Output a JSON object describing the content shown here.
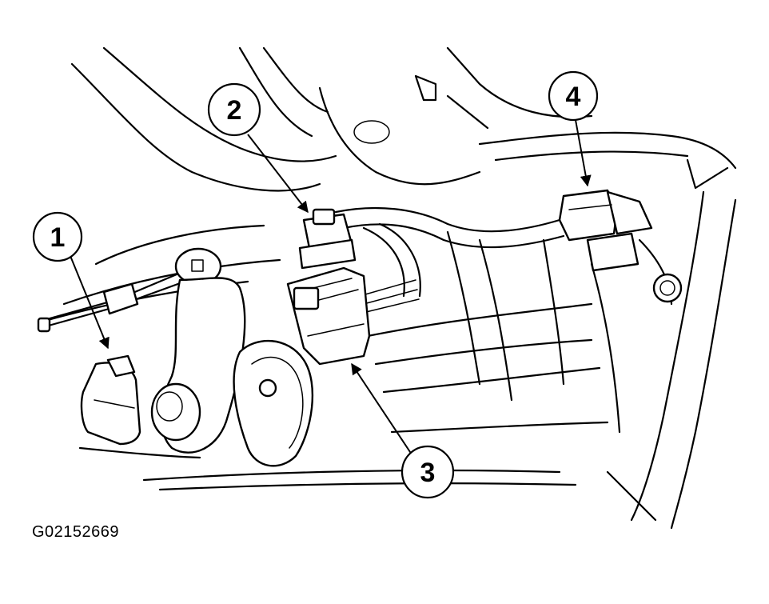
{
  "callouts": [
    {
      "id": "1",
      "label": "1"
    },
    {
      "id": "2",
      "label": "2"
    },
    {
      "id": "3",
      "label": "3"
    },
    {
      "id": "4",
      "label": "4"
    }
  ],
  "figure_code": "G02152669",
  "colors": {
    "line": "#000000",
    "background": "#ffffff"
  }
}
